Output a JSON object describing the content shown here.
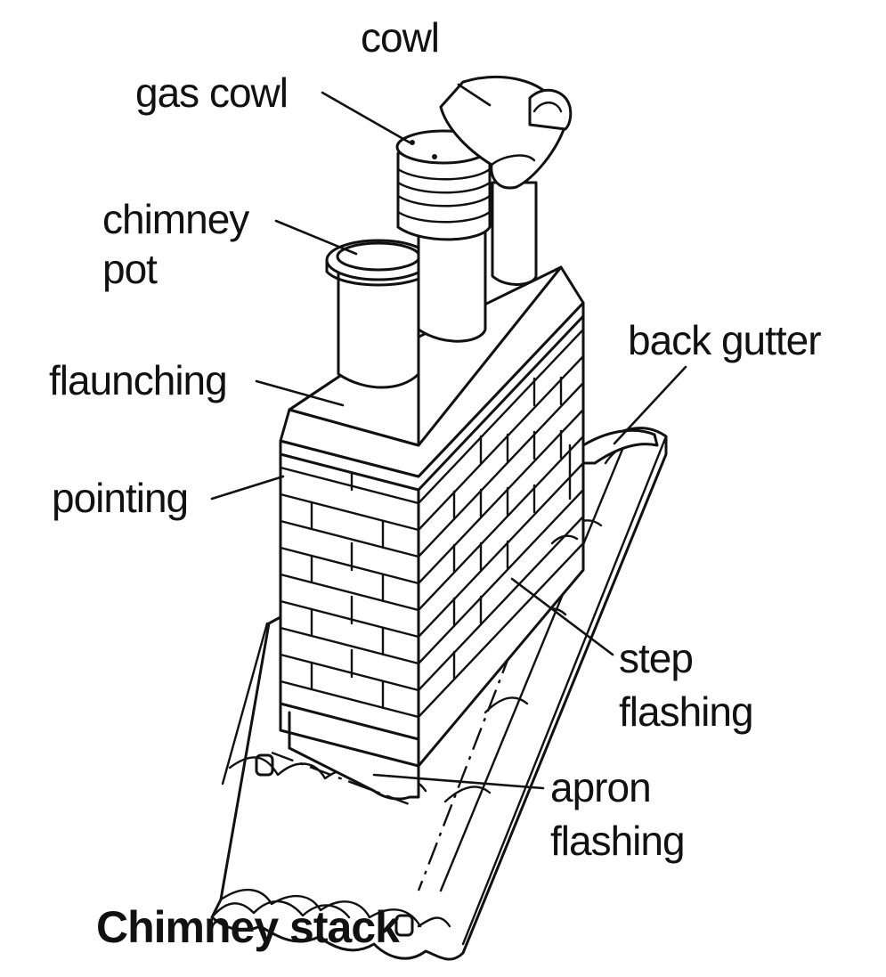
{
  "title": "Chimney stack",
  "labels": {
    "cowl": "cowl",
    "gas_cowl": "gas cowl",
    "chimney_pot_1": "chimney",
    "chimney_pot_2": "pot",
    "flaunching": "flaunching",
    "pointing": "pointing",
    "back_gutter": "back gutter",
    "step_flashing_1": "step",
    "step_flashing_2": "flashing",
    "apron_flashing_1": "apron",
    "apron_flashing_2": "flashing"
  },
  "colors": {
    "ink": "#111111",
    "background": "#ffffff"
  }
}
